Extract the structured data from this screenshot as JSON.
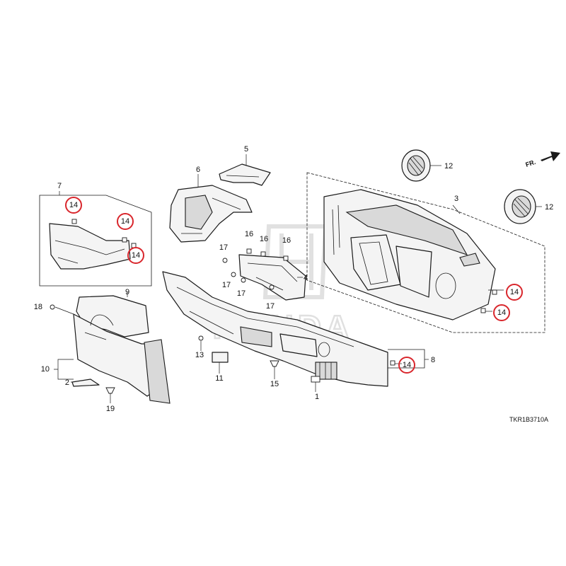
{
  "diagram": {
    "code": "TKR1B3710A",
    "direction_label": "FR.",
    "watermark": "HONDA",
    "highlight_color": "#d9262c",
    "callouts": [
      {
        "id": "c1",
        "label": "1"
      },
      {
        "id": "c2",
        "label": "2"
      },
      {
        "id": "c3",
        "label": "3"
      },
      {
        "id": "c4",
        "label": "4"
      },
      {
        "id": "c5",
        "label": "5"
      },
      {
        "id": "c6",
        "label": "6"
      },
      {
        "id": "c7",
        "label": "7"
      },
      {
        "id": "c8",
        "label": "8"
      },
      {
        "id": "c9",
        "label": "9"
      },
      {
        "id": "c10",
        "label": "10"
      },
      {
        "id": "c11",
        "label": "11"
      },
      {
        "id": "c12a",
        "label": "12"
      },
      {
        "id": "c12b",
        "label": "12"
      },
      {
        "id": "c13",
        "label": "13"
      },
      {
        "id": "c14a",
        "label": "14",
        "highlighted": true
      },
      {
        "id": "c14b",
        "label": "14",
        "highlighted": true
      },
      {
        "id": "c14c",
        "label": "14",
        "highlighted": true
      },
      {
        "id": "c14d",
        "label": "14",
        "highlighted": true
      },
      {
        "id": "c14e",
        "label": "14",
        "highlighted": true
      },
      {
        "id": "c14f",
        "label": "14",
        "highlighted": true
      },
      {
        "id": "c15",
        "label": "15"
      },
      {
        "id": "c16a",
        "label": "16"
      },
      {
        "id": "c16b",
        "label": "16"
      },
      {
        "id": "c16c",
        "label": "16"
      },
      {
        "id": "c17a",
        "label": "17"
      },
      {
        "id": "c17b",
        "label": "17"
      },
      {
        "id": "c17c",
        "label": "17"
      },
      {
        "id": "c17d",
        "label": "17"
      },
      {
        "id": "c18",
        "label": "18"
      },
      {
        "id": "c19",
        "label": "19"
      }
    ]
  }
}
